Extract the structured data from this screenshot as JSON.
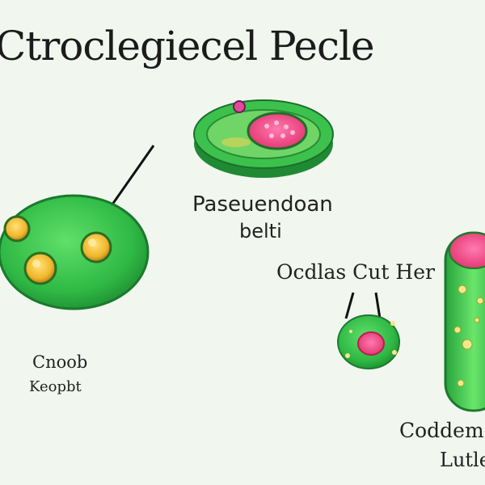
{
  "diagram": {
    "title": "Ctroclegiecel Pecle",
    "labels": {
      "petri_cell_line1": "Paseuendoan",
      "petri_cell_line2": "belti",
      "small_cell_heading": "Ocdlas Cut Her",
      "round_cell_line1": "Cnoob",
      "round_cell_line2": "Keopbt",
      "elongated_cell_line1": "Coddem",
      "elongated_cell_line2": "Lutle"
    }
  },
  "colors": {
    "background": "#f1f6ef",
    "cell_green": "#36c24a",
    "cell_dark_green": "#1d7a2e",
    "nucleus_pink": "#f0457e",
    "organelle_yellow": "#f2c531"
  }
}
